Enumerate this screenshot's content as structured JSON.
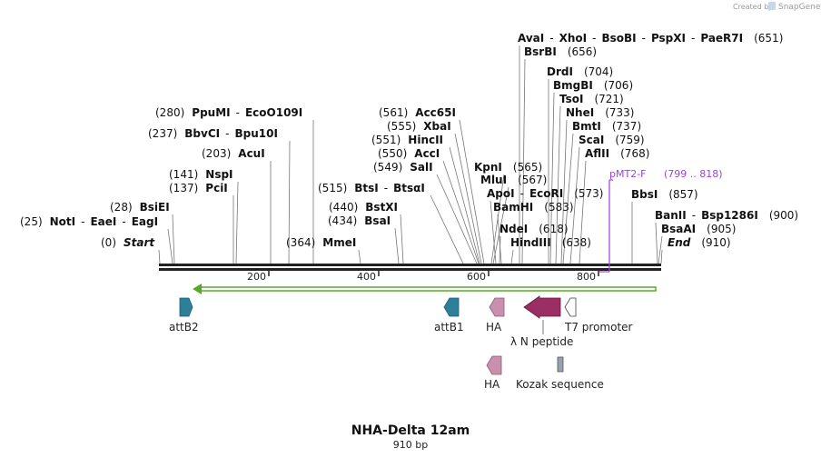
{
  "credit": {
    "prefix": "Created by",
    "brand": "SnapGene"
  },
  "map": {
    "name": "NHA-Delta 12am",
    "length_label": "910 bp",
    "length_bp": 910
  },
  "ruler": {
    "ticks": [
      "200",
      "400",
      "600",
      "800"
    ]
  },
  "sites": [
    {
      "pos": "(651)",
      "names": [
        "AvaI",
        "XhoI",
        "BsoBI",
        "PspXI",
        "PaeR7I"
      ]
    },
    {
      "pos": "(656)",
      "names": [
        "BsrBI"
      ]
    },
    {
      "pos": "(704)",
      "names": [
        "DrdI"
      ]
    },
    {
      "pos": "(706)",
      "names": [
        "BmgBI"
      ]
    },
    {
      "pos": "(721)",
      "names": [
        "TsoI"
      ]
    },
    {
      "pos": "(733)",
      "names": [
        "NheI"
      ]
    },
    {
      "pos": "(737)",
      "names": [
        "BmtI"
      ]
    },
    {
      "pos": "(759)",
      "names": [
        "ScaI"
      ]
    },
    {
      "pos": "(768)",
      "names": [
        "AflII"
      ]
    },
    {
      "pos": "(565)",
      "names": [
        "KpnI"
      ]
    },
    {
      "pos": "(567)",
      "names": [
        "MluI"
      ]
    },
    {
      "pos": "(573)",
      "names": [
        "ApoI",
        "EcoRI"
      ]
    },
    {
      "pos": "(583)",
      "names": [
        "BamHI"
      ]
    },
    {
      "pos": "(618)",
      "names": [
        "NdeI"
      ]
    },
    {
      "pos": "(638)",
      "names": [
        "HindIII"
      ]
    },
    {
      "pos": "(561)",
      "names": [
        "Acc65I"
      ]
    },
    {
      "pos": "(555)",
      "names": [
        "XbaI"
      ]
    },
    {
      "pos": "(551)",
      "names": [
        "HincII"
      ]
    },
    {
      "pos": "(550)",
      "names": [
        "AccI"
      ]
    },
    {
      "pos": "(549)",
      "names": [
        "SalI"
      ]
    },
    {
      "pos": "(515)",
      "names": [
        "BtsI",
        "BtsαI"
      ]
    },
    {
      "pos": "(440)",
      "names": [
        "BstXI"
      ]
    },
    {
      "pos": "(434)",
      "names": [
        "BsaI"
      ]
    },
    {
      "pos": "(364)",
      "names": [
        "MmeI"
      ]
    },
    {
      "pos": "(280)",
      "names": [
        "PpuMI",
        "EcoO109I"
      ]
    },
    {
      "pos": "(237)",
      "names": [
        "BbvCI",
        "Bpu10I"
      ]
    },
    {
      "pos": "(203)",
      "names": [
        "AcuI"
      ]
    },
    {
      "pos": "(141)",
      "names": [
        "NspI"
      ]
    },
    {
      "pos": "(137)",
      "names": [
        "PciI"
      ]
    },
    {
      "pos": "(28)",
      "names": [
        "BsiEI"
      ]
    },
    {
      "pos": "(25)",
      "names": [
        "NotI",
        "EaeI",
        "EagI"
      ]
    },
    {
      "pos": "(0)",
      "names": [
        "Start"
      ]
    },
    {
      "pos": "(857)",
      "names": [
        "BbsI"
      ]
    },
    {
      "pos": "(900)",
      "names": [
        "BanII",
        "Bsp1286I"
      ]
    },
    {
      "pos": "(905)",
      "names": [
        "BsaAI"
      ]
    },
    {
      "pos": "(910)",
      "names": [
        "End"
      ]
    }
  ],
  "primer": {
    "name": "pMT2-F",
    "range": "(799 .. 818)",
    "color": "#a040e0"
  },
  "features": [
    {
      "name": "attB2",
      "color": "#2d7f9a"
    },
    {
      "name": "attB1",
      "color": "#2d7f9a"
    },
    {
      "name": "HA",
      "color": "#c890ad"
    },
    {
      "name": "λ N peptide",
      "color": "#9b2f63"
    },
    {
      "name": "T7 promoter",
      "color": "#ffffff"
    },
    {
      "name": "HA",
      "color": "#c890ad"
    },
    {
      "name": "Kozak sequence",
      "color": "#9aa0b0"
    }
  ],
  "orf_color": "#5aa82a"
}
